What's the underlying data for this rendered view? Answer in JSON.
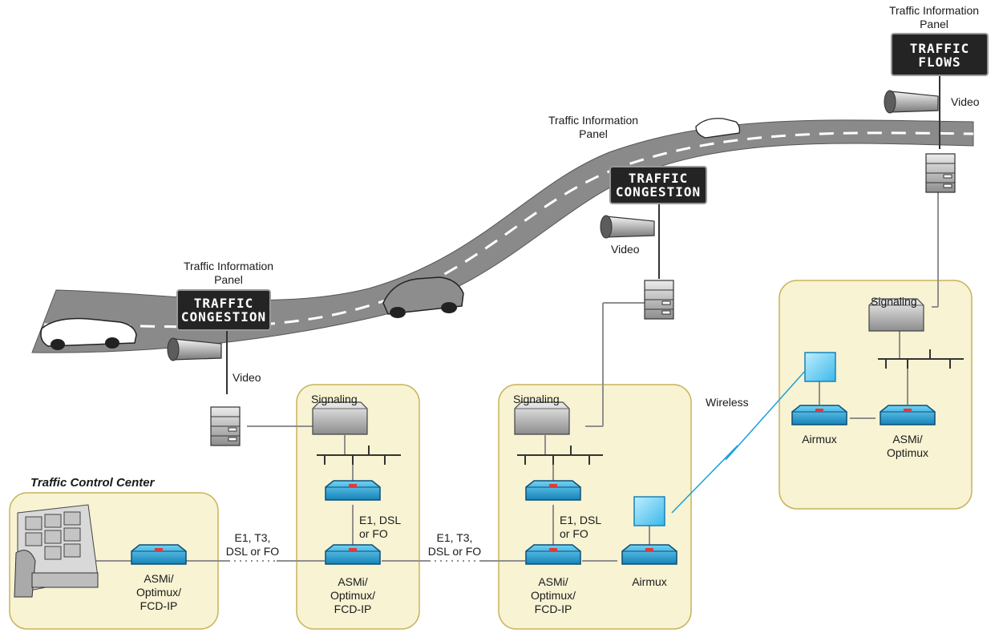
{
  "control_center": {
    "title": "Traffic Control Center"
  },
  "panels": [
    {
      "caption": "Traffic Information\nPanel",
      "sign_line1": "TRAFFIC",
      "sign_line2": "CONGESTION",
      "video_label": "Video"
    },
    {
      "caption": "Traffic Information\nPanel",
      "sign_line1": "TRAFFIC",
      "sign_line2": "CONGESTION",
      "video_label": "Video"
    },
    {
      "caption": "Traffic Information\nPanel",
      "sign_line1": "TRAFFIC",
      "sign_line2": "FLOWS",
      "video_label": "Video"
    }
  ],
  "sites": [
    {
      "signaling": "Signaling",
      "link_label": "E1, DSL\nor FO",
      "mux_label": "ASMi/\nOptimux/\nFCD-IP"
    },
    {
      "signaling": "Signaling",
      "link_label": "E1, DSL\nor FO",
      "mux_label": "ASMi/\nOptimux/\nFCD-IP",
      "airmux_label": "Airmux"
    },
    {
      "signaling": "Signaling",
      "airmux_label": "Airmux",
      "mux_label": "ASMi/\nOptimux"
    }
  ],
  "center_mux_label": "ASMi/\nOptimux/\nFCD-IP",
  "wan_links": [
    "E1, T3,\nDSL or FO",
    "E1, T3,\nDSL or FO"
  ],
  "wireless_label": "Wireless",
  "colors": {
    "site_fill": "#f7f3d3",
    "site_border": "#c9b45a",
    "device_blue": "#27b2e6",
    "road": "#8a8a8a",
    "link_line": "#8f8f8f",
    "wireless_line": "#1aa0d8"
  }
}
